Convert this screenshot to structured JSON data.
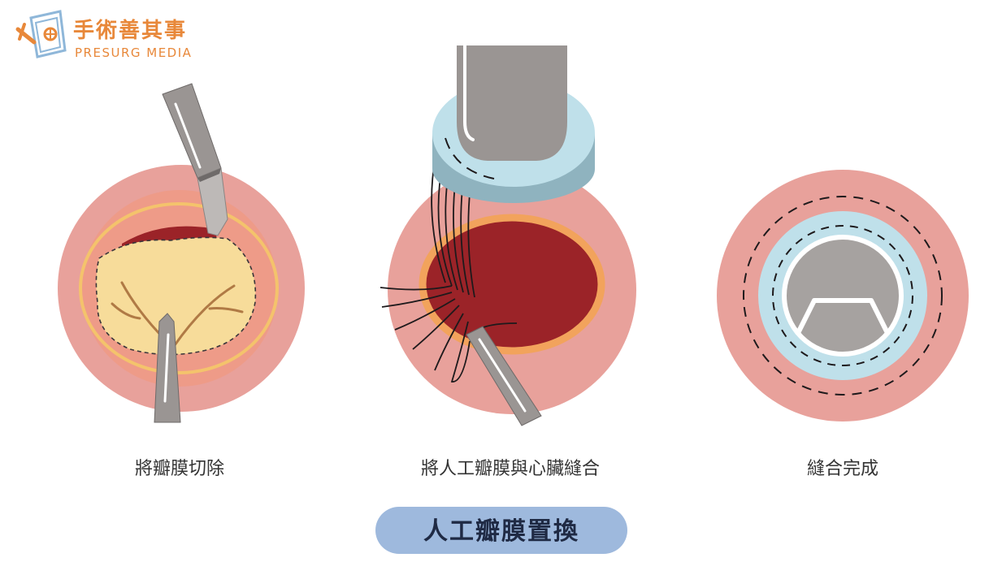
{
  "brand": {
    "name_cn": "手術善其事",
    "name_en": "PRESURG MEDIA"
  },
  "steps": [
    {
      "label": "將瓣膜切除"
    },
    {
      "label": "將人工瓣膜與心臟縫合"
    },
    {
      "label": "縫合完成"
    }
  ],
  "title": "人工瓣膜置換",
  "colors": {
    "brand_orange": "#e8883a",
    "brand_blue": "#8fb7d9",
    "tissue_pink": "#e8a19b",
    "tissue_salmon": "#ee9b88",
    "annulus_orange": "#f2a35c",
    "cavity_red": "#9b2328",
    "leaflet_yellow": "#f7dc9a",
    "instrument_gray": "#9a9593",
    "ring_blue": "#bfe0ea",
    "title_pill": "#9eb9dd"
  }
}
